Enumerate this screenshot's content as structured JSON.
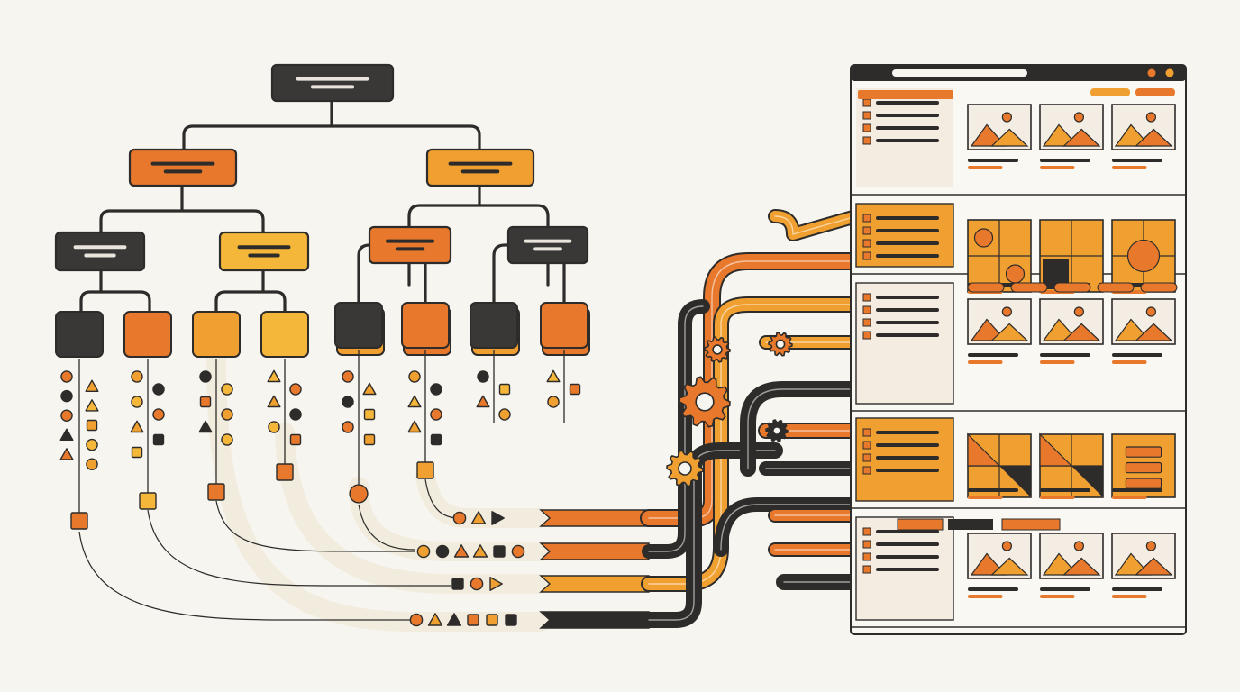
{
  "colors": {
    "background": "#f7f5f0",
    "dark": "#3a3836",
    "orange": "#e8782c",
    "amber": "#f0a030",
    "yellow": "#f5b73a",
    "cream": "#f0e8dc",
    "pale": "#efe3d0",
    "outline": "#2e2c2a",
    "light_bar": "#f4ece0"
  },
  "tree": {
    "root": {
      "fill": "dark"
    },
    "level1": [
      {
        "fill": "orange"
      },
      {
        "fill": "amber"
      }
    ],
    "level2": [
      {
        "fill": "dark"
      },
      {
        "fill": "yellow"
      },
      {
        "fill": "orange"
      },
      {
        "fill": "dark"
      }
    ],
    "leaves": [
      "dark",
      "orange",
      "amber",
      "yellow",
      "dark",
      "orange",
      "dark",
      "orange"
    ]
  },
  "symbols": {
    "shapes": [
      "circle",
      "triangle",
      "square"
    ],
    "columns": [
      [
        "circle",
        "triangle",
        "circle",
        "triangle",
        "circle",
        "square",
        "triangle",
        "circle",
        "triangle",
        "circle"
      ],
      [
        "circle",
        "circle",
        "circle",
        "circle",
        "triangle",
        "square",
        "square"
      ],
      [
        "circle",
        "circle",
        "square",
        "circle",
        "triangle",
        "circle"
      ],
      [
        "triangle",
        "circle",
        "triangle",
        "circle",
        "circle",
        "square"
      ],
      [
        "circle",
        "triangle",
        "circle",
        "square",
        "circle",
        "square"
      ],
      [
        "circle",
        "circle",
        "triangle",
        "circle",
        "triangle",
        "square"
      ],
      [
        "circle",
        "square",
        "triangle",
        "circle"
      ],
      [
        "triangle",
        "square",
        "circle"
      ]
    ]
  },
  "conveyors": [
    [
      "circle",
      "triangle",
      "play",
      "chevrons"
    ],
    [
      "circle",
      "circle",
      "triangle",
      "triangle",
      "square",
      "circle"
    ],
    [
      "square",
      "circle",
      "play"
    ],
    [
      "circle",
      "triangle",
      "triangle",
      "square",
      "square",
      "square"
    ]
  ],
  "gears": {
    "count": 5
  },
  "browser": {
    "window_buttons": [
      "minimize-dot",
      "maximize-dot"
    ],
    "rows": [
      {
        "kind": "gallery",
        "thumbs": [
          "mountain",
          "mountain",
          "mountain"
        ]
      },
      {
        "kind": "pattern",
        "thumbs": [
          "grid-circles",
          "grid-squares",
          "grid-bowl"
        ]
      },
      {
        "kind": "gallery",
        "thumbs": [
          "mountain",
          "mountain",
          "mountain"
        ]
      },
      {
        "kind": "pattern",
        "thumbs": [
          "triangles",
          "triangles",
          "drawers"
        ]
      },
      {
        "kind": "gallery",
        "thumbs": [
          "mountain",
          "mountain",
          "mountain"
        ]
      }
    ]
  }
}
